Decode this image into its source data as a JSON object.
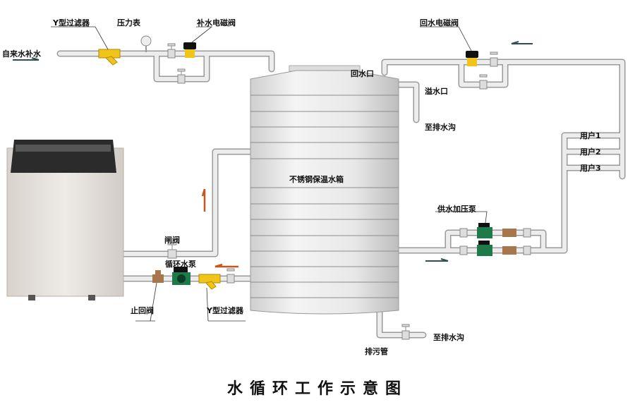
{
  "title": "水循环工作示意图",
  "labels": {
    "y_filter_top": "Y型过滤器",
    "pressure_gauge": "压力表",
    "makeup_solenoid": "补水电磁阀",
    "tap_water_inlet": "自来水补水",
    "return_solenoid": "回水电磁阀",
    "return_port": "回水口",
    "overflow_port": "溢水口",
    "to_drain_top": "至排水沟",
    "user1": "用户1",
    "user2": "用户2",
    "user3": "用户3",
    "tank": "不锈钢保温水箱",
    "booster_pump": "供水加压泵",
    "gate_valve": "闸阀",
    "circulation_pump": "循环水泵",
    "check_valve": "止回阀",
    "y_filter_bottom": "Y型过滤器",
    "drain_pipe": "排污管",
    "to_drain_bottom": "至排水沟"
  },
  "colors": {
    "pipe": "#e6e6e6",
    "pipe_edge": "#9a9a9a",
    "filter": "#f0c419",
    "pump": "#1f7a4a",
    "check_valve": "#a5774a",
    "flow_arrow_orange": "#c8571c",
    "flow_arrow_dark": "#2f4f4f"
  }
}
